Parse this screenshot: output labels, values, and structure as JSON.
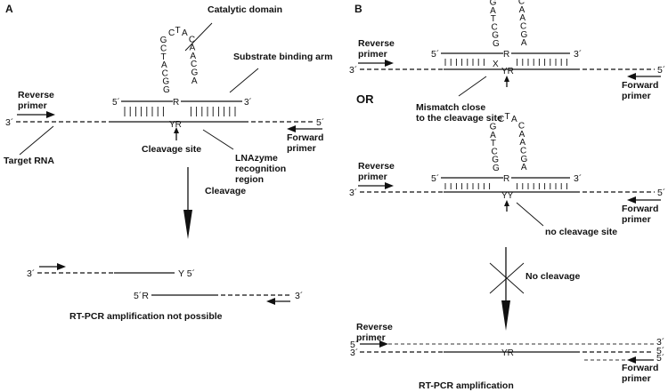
{
  "panel_a": {
    "label": "A",
    "catalytic_domain": "Catalytic domain",
    "substrate_binding_arm": "Substrate binding arm",
    "reverse_primer": [
      "Reverse",
      "primer"
    ],
    "forward_primer": [
      "Forward",
      "primer"
    ],
    "target_rna": "Target RNA",
    "cleavage_site": "Cleavage site",
    "lnazyme_region": [
      "LNAzyme",
      "recognition",
      "region"
    ],
    "cleavage": "Cleavage",
    "loop_left": [
      "G",
      "C",
      "T",
      "A",
      "C",
      "G",
      "G"
    ],
    "loop_top": [
      "C",
      "T",
      "A"
    ],
    "loop_right": [
      "C",
      "A",
      "A",
      "C",
      "G",
      "A"
    ],
    "r_base": "R",
    "yr_bases": "YR",
    "top_5": "5´",
    "top_3": "3´",
    "strand_3": "3´",
    "strand_5": "5´",
    "product_top_3": "3´",
    "product_top_y5": "Y 5´",
    "product_bottom_5r": "5´R",
    "product_bottom_3": "3´",
    "result": "RT-PCR amplification not possible"
  },
  "panel_b": {
    "label": "B",
    "reverse_primer": [
      "Reverse",
      "primer"
    ],
    "forward_primer": [
      "Forward",
      "primer"
    ],
    "mismatch_label": [
      "Mismatch close",
      "to the cleavage site"
    ],
    "or_label": "OR",
    "no_cleavage_site": "no cleavage site",
    "no_cleavage": "No cleavage",
    "loop_left": [
      "G",
      "A",
      "T",
      "C",
      "G",
      "G"
    ],
    "loop_top": [
      "C",
      "T",
      "A"
    ],
    "loop_right": [
      "C",
      "A",
      "A",
      "C",
      "G",
      "A"
    ],
    "top1_5": "5´",
    "top1_3": "3´",
    "r_base": "R",
    "mismatch_x": "X",
    "yr_bases": "YR",
    "strand1_3": "3´",
    "strand1_5": "5´",
    "top2_5": "5´",
    "top2_3": "3´",
    "yy_bases": "YY",
    "strand2_3": "3´",
    "strand2_5": "5´",
    "amp_5_left": "5´",
    "amp_3_left": "3´",
    "amp_3_right": "3´",
    "amp_5_right_1": "5´",
    "amp_5_right_2": "5´",
    "result": "RT-PCR amplification"
  }
}
